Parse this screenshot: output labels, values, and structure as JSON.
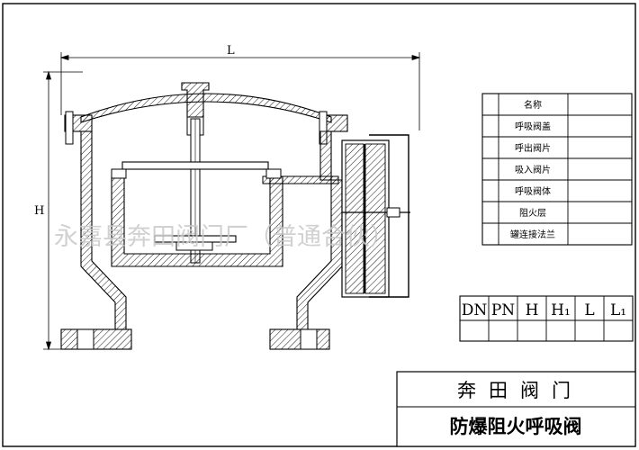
{
  "dimensions": {
    "length_label": "L",
    "height_label": "H"
  },
  "parts_table": {
    "rows": [
      "名称",
      "呼吸阀盖",
      "呼出阀片",
      "吸入阀片",
      "呼吸阀体",
      "阻火层",
      "罐连接法兰"
    ]
  },
  "spec_table": {
    "headers": [
      "DN",
      "PN",
      "H",
      "H₁",
      "L",
      "L₁"
    ]
  },
  "title_block": {
    "company": "奔田阀门",
    "product_name": "防爆阻火呼吸阀"
  },
  "watermark": "永嘉县奔田阀门厂（普通合伙）"
}
